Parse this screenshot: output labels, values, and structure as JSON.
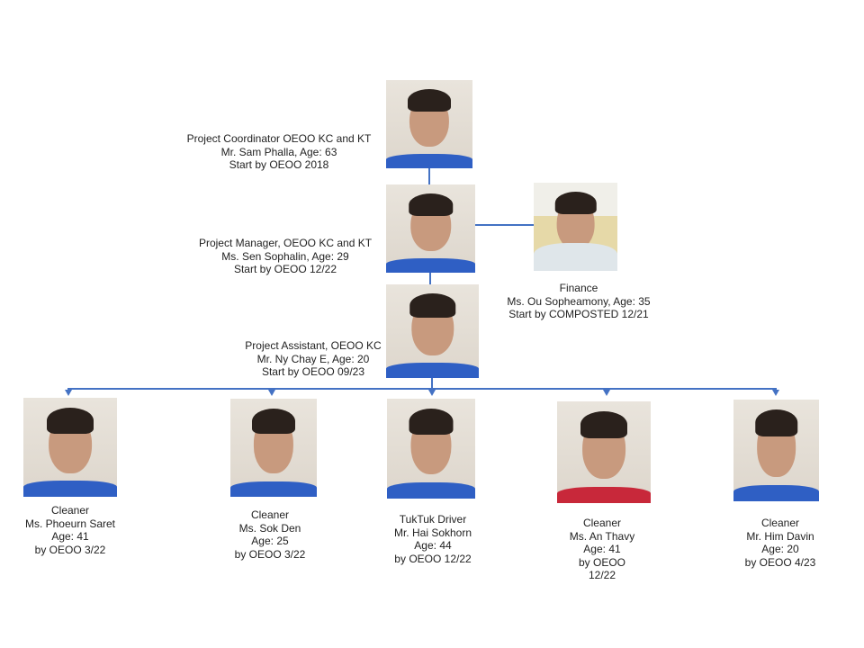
{
  "top": [
    {
      "id": "coordinator",
      "lines": [
        "Project Coordinator OEOO KC and KT",
        "Mr. Sam Phalla, Age: 63",
        "Start by OEOO 2018"
      ]
    },
    {
      "id": "manager",
      "lines": [
        "Project Manager, OEOO KC and KT",
        "Ms. Sen Sophalin, Age: 29",
        "Start by OEOO 12/22"
      ]
    },
    {
      "id": "finance",
      "lines": [
        "Finance",
        "Ms. Ou Sopheamony, Age: 35",
        "Start by COMPOSTED 12/21"
      ]
    },
    {
      "id": "assistant",
      "lines": [
        "Project Assistant, OEOO KC",
        "Mr. Ny Chay E, Age: 20",
        "Start by OEOO 09/23"
      ]
    }
  ],
  "staff": [
    {
      "lines": [
        "Cleaner",
        "Ms. Phoeurn Saret",
        "Age: 41",
        "by OEOO 3/22"
      ]
    },
    {
      "lines": [
        "Cleaner",
        "Ms. Sok Den",
        "Age: 25",
        "by OEOO 3/22"
      ]
    },
    {
      "lines": [
        "TukTuk Driver",
        "Mr. Hai Sokhorn",
        "Age: 44",
        "by OEOO 12/22"
      ]
    },
    {
      "lines": [
        "Cleaner",
        "Ms. An Thavy",
        "Age: 41",
        "by OEOO",
        "12/22"
      ]
    },
    {
      "lines": [
        "Cleaner",
        "Mr. Him Davin",
        "Age: 20",
        "by OEOO 4/23"
      ]
    }
  ],
  "colors": {
    "connector": "#4472c4"
  }
}
